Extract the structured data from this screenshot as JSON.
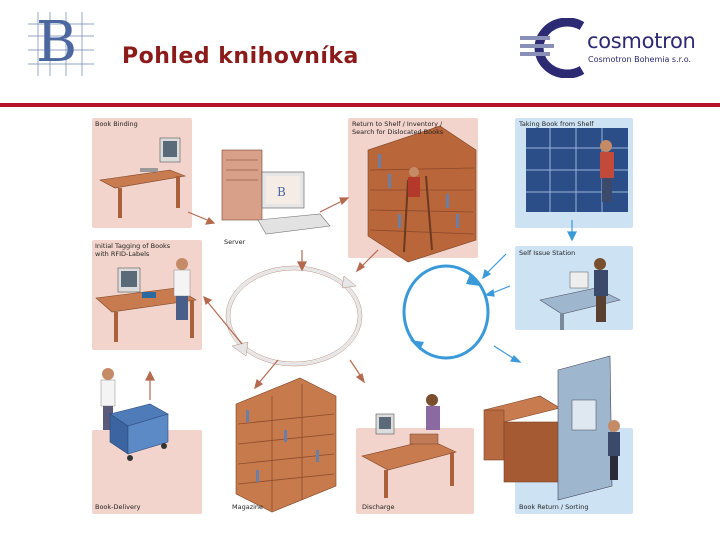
{
  "header": {
    "title": "Pohled knihovníka",
    "partner_logo_letter": "B",
    "company_name": "cosmotron",
    "company_subtitle": "Cosmotron Bohemia s.r.o."
  },
  "stations": {
    "book_binding": "Book Binding",
    "server": "Server",
    "return_to_shelf": "Return to Shelf / Inventory / Search for Dislocated Books",
    "taking_book": "Taking Book from Shelf",
    "initial_tagging": "Initial Tagging of Books with RFID-Labels",
    "self_issue": "Self Issue Station",
    "book_delivery": "Book-Delivery",
    "magazine": "Magazine",
    "discharge": "Discharge",
    "book_return": "Book Return / Sorting"
  },
  "colors": {
    "title": "#8b1a1a",
    "divider": "#b3122a",
    "warm_panel": "#f2d4cc",
    "cool_panel": "#cde3f3",
    "warm_cycle": "#e8e8e8",
    "cool_cycle": "#3a9ad9",
    "brand": "#2d2a74"
  }
}
